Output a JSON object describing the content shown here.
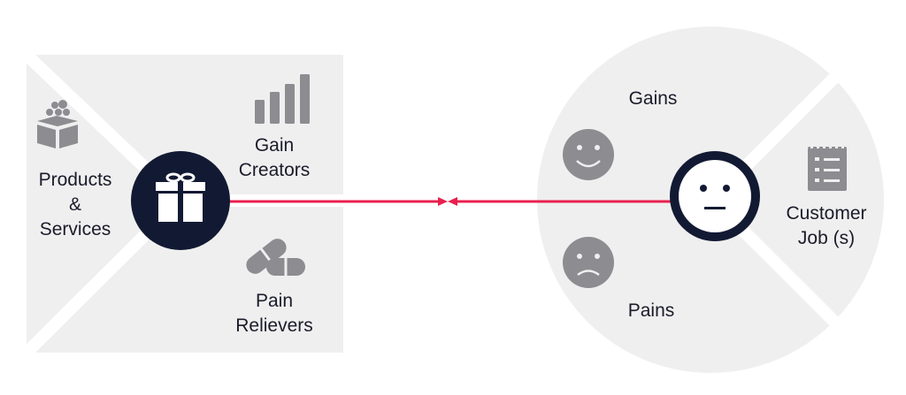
{
  "value_map": {
    "products_services": {
      "line1": "Products",
      "line2": "&",
      "line3": "Services"
    },
    "gain_creators": {
      "line1": "Gain",
      "line2": "Creators"
    },
    "pain_relievers": {
      "line1": "Pain",
      "line2": "Relievers"
    }
  },
  "customer_profile": {
    "gains": "Gains",
    "pains": "Pains",
    "customer_jobs": {
      "line1": "Customer",
      "line2": "Job (s)"
    }
  },
  "colors": {
    "panel": "#efefef",
    "divider": "#ffffff",
    "icon_gray": "#8c8c91",
    "hub_navy": "#121a33",
    "connector": "#e8204e",
    "text": "#1b1b2b"
  },
  "icons": {
    "products": "box-with-items-icon",
    "gain_creators": "bar-chart-icon",
    "pain_relievers": "pills-icon",
    "value_hub": "gift-icon",
    "gains": "smiley-face-icon",
    "pains": "sad-face-icon",
    "customer_hub": "neutral-face-icon",
    "customer_jobs": "checklist-icon"
  }
}
